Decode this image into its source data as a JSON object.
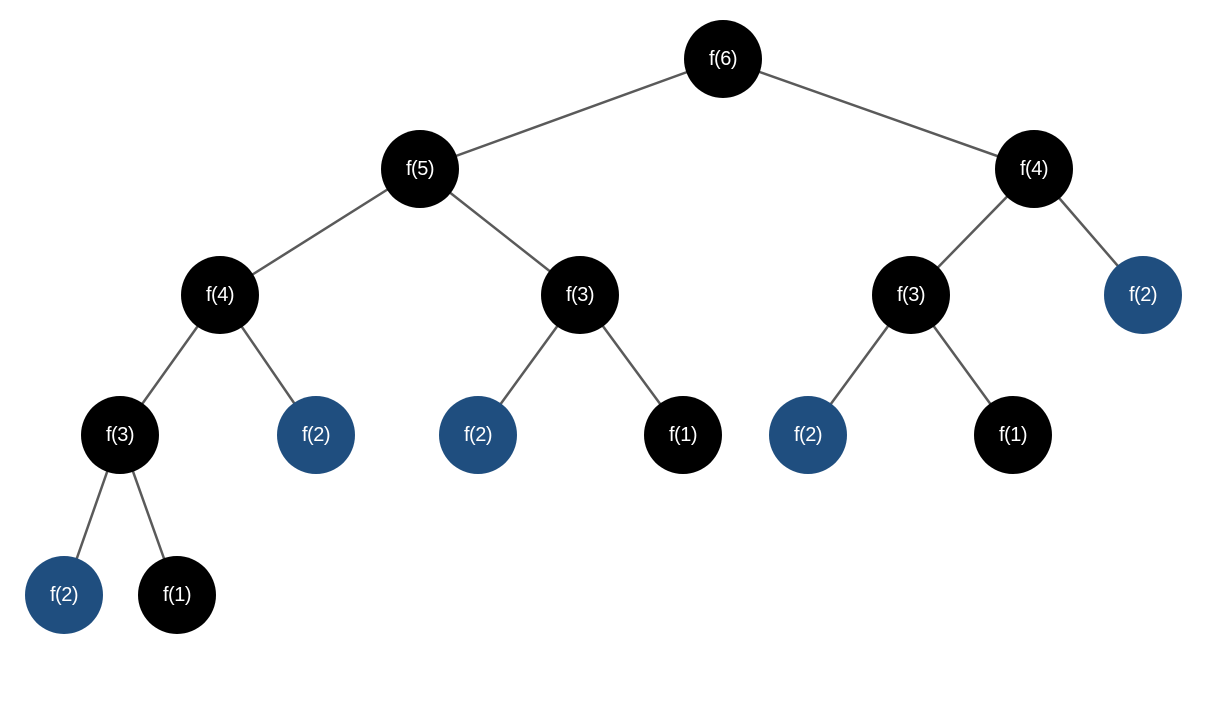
{
  "colors": {
    "default_node": "#000000",
    "highlight_node": "#1f4e7f",
    "edge": "#5a5a5a",
    "label": "#ffffff"
  },
  "nodes": [
    {
      "id": "n0",
      "label": "f(6)",
      "highlight": false
    },
    {
      "id": "n1",
      "label": "f(5)",
      "highlight": false
    },
    {
      "id": "n2",
      "label": "f(4)",
      "highlight": false
    },
    {
      "id": "n3",
      "label": "f(4)",
      "highlight": false
    },
    {
      "id": "n4",
      "label": "f(3)",
      "highlight": false
    },
    {
      "id": "n5",
      "label": "f(3)",
      "highlight": false
    },
    {
      "id": "n6",
      "label": "f(2)",
      "highlight": true
    },
    {
      "id": "n7",
      "label": "f(3)",
      "highlight": false
    },
    {
      "id": "n8",
      "label": "f(2)",
      "highlight": true
    },
    {
      "id": "n9",
      "label": "f(2)",
      "highlight": true
    },
    {
      "id": "n10",
      "label": "f(1)",
      "highlight": false
    },
    {
      "id": "n11",
      "label": "f(2)",
      "highlight": true
    },
    {
      "id": "n12",
      "label": "f(1)",
      "highlight": false
    },
    {
      "id": "n13",
      "label": "f(2)",
      "highlight": true
    },
    {
      "id": "n14",
      "label": "f(1)",
      "highlight": false
    }
  ],
  "edges": [
    [
      "n0",
      "n1"
    ],
    [
      "n0",
      "n2"
    ],
    [
      "n1",
      "n3"
    ],
    [
      "n1",
      "n4"
    ],
    [
      "n2",
      "n5"
    ],
    [
      "n2",
      "n6"
    ],
    [
      "n3",
      "n7"
    ],
    [
      "n3",
      "n8"
    ],
    [
      "n4",
      "n9"
    ],
    [
      "n4",
      "n10"
    ],
    [
      "n5",
      "n11"
    ],
    [
      "n5",
      "n12"
    ],
    [
      "n7",
      "n13"
    ],
    [
      "n7",
      "n14"
    ]
  ]
}
